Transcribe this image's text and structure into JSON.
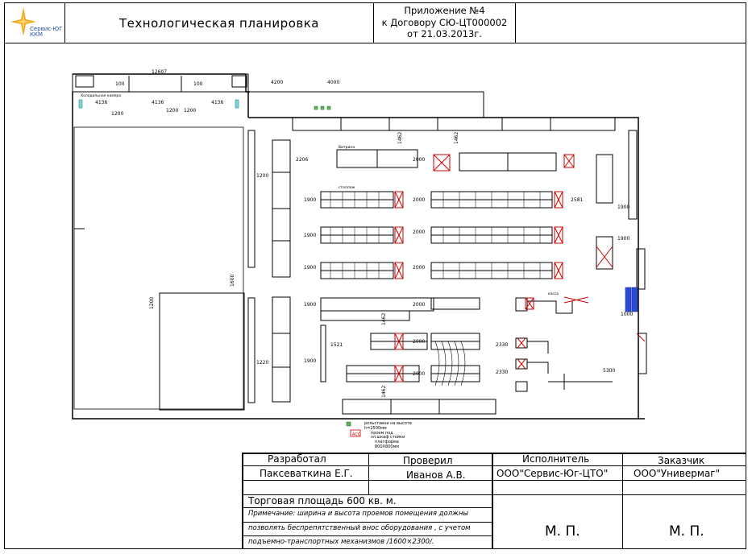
{
  "header": {
    "logo_text_line1": "Сервис-ЮГ",
    "logo_text_line2": "ККМ",
    "title": "Технологическая планировка",
    "appendix_line1": "Приложение №4",
    "appendix_line2": "к Договору СЮ-ЦТ000002",
    "appendix_line3": "от 21.03.2013г."
  },
  "plan": {
    "dims": {
      "top_total": "12607",
      "d100a": "100",
      "d100b": "100",
      "d4136a": "4136",
      "d4136b": "4136",
      "d4136c": "4136",
      "d1200a": "1200",
      "d1200b": "1200",
      "d1200c": "1200",
      "d4200": "4200",
      "d4000": "4000",
      "d1900a": "1900",
      "d1900b": "1900",
      "d1900c": "1900",
      "d1900d": "1900",
      "d1900e": "1900",
      "d1900f": "1900",
      "d1900g": "1900",
      "d2000a": "2000",
      "d2000b": "2000",
      "d2000c": "2000",
      "d2000d": "2000",
      "d2000e": "2000",
      "d2000f": "2000",
      "d2000g": "2000",
      "d2206": "2206",
      "d2581": "2581",
      "d2330a": "2330",
      "d2330b": "2330",
      "d5300": "5300",
      "d1000": "1000",
      "d1462a": "1462",
      "d1462b": "1462",
      "d1462c": "1462",
      "d1462d": "1462",
      "d1600": "1600",
      "d1220": "1220",
      "d1200v": "1200",
      "d1521": "1521",
      "d1200b2": "1200"
    },
    "legend": {
      "l1": "рольставни на высоте",
      "l2": "h=2500мм",
      "l3": "проем под",
      "l4": "эл.шкаф стойки",
      "l5": "платформа",
      "l6": "800Х800мм"
    },
    "acc_label": "АСС",
    "labels": {
      "kholod": "Холодильная камера",
      "kassa": "касса",
      "stellazh": "стеллаж",
      "vitrina": "Витрина"
    }
  },
  "title_block": {
    "developed_label": "Разработал",
    "developed_name": "Паксеваткина Е.Г.",
    "checked_label": "Проверил",
    "checked_name": "Иванов А.В.",
    "contractor_label": "Исполнитель",
    "contractor_name": "ООО\"Сервис-Юг-ЦТО\"",
    "customer_label": "Заказчик",
    "customer_name": "ООО\"Универмаг\"",
    "area": "Торговая площадь 600 кв. м.",
    "note1": "Примечание: ширина и высота проемов помещения должны",
    "note2": "позволять беспрепятственный внос оборудования , с учетом",
    "note3": "подъемно-транспортных механизмов /1600×2300/.",
    "stamp1": "М. П.",
    "stamp2": "М. П."
  }
}
